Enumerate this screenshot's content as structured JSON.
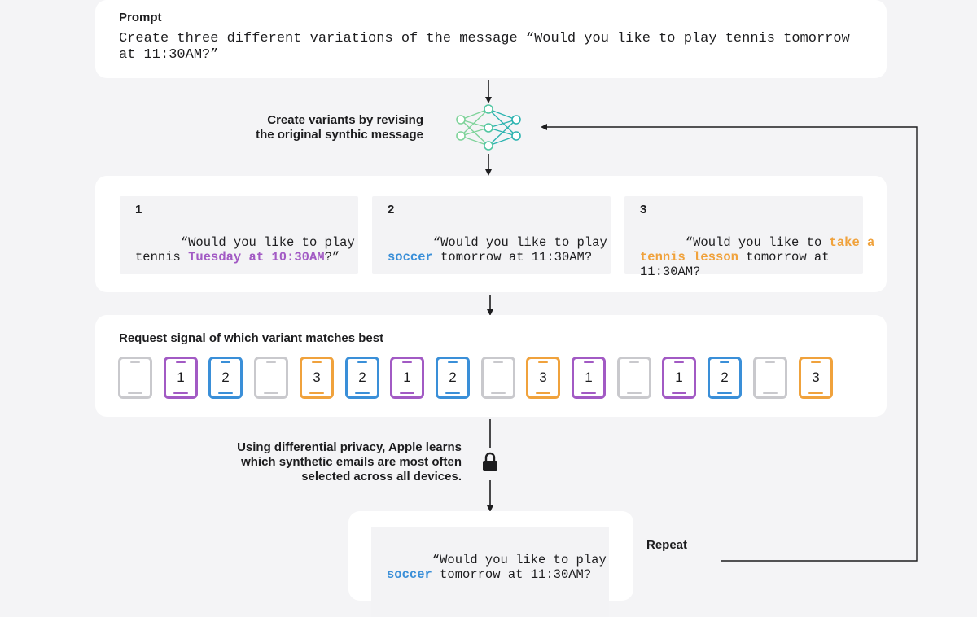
{
  "prompt": {
    "title": "Prompt",
    "text": "Create three different variations of the message “Would you like to play tennis tomorrow at 11:30AM?”"
  },
  "model_step": {
    "caption_line1": "Create variants by revising",
    "caption_line2": "the original synthic message",
    "icon": "neural-network-icon"
  },
  "variants": [
    {
      "number": "1",
      "parts": [
        {
          "text": "“Would you like to play tennis ",
          "highlight": ""
        },
        {
          "text": "Tuesday at 10:30AM",
          "highlight": "purple"
        },
        {
          "text": "?”",
          "highlight": ""
        }
      ]
    },
    {
      "number": "2",
      "parts": [
        {
          "text": "“Would you like to play ",
          "highlight": ""
        },
        {
          "text": "soccer",
          "highlight": "blue"
        },
        {
          "text": " tomorrow at 11:30AM?",
          "highlight": ""
        }
      ]
    },
    {
      "number": "3",
      "parts": [
        {
          "text": "“Would you like to ",
          "highlight": ""
        },
        {
          "text": "take a tennis lesson",
          "highlight": "orange"
        },
        {
          "text": " tomorrow at 11:30AM?",
          "highlight": ""
        }
      ]
    }
  ],
  "signal": {
    "title": "Request signal of which variant matches best",
    "devices": [
      {
        "label": "",
        "color": "gray"
      },
      {
        "label": "1",
        "color": "purple"
      },
      {
        "label": "2",
        "color": "blue"
      },
      {
        "label": "",
        "color": "gray"
      },
      {
        "label": "3",
        "color": "orange"
      },
      {
        "label": "2",
        "color": "blue"
      },
      {
        "label": "1",
        "color": "purple"
      },
      {
        "label": "2",
        "color": "blue"
      },
      {
        "label": "",
        "color": "gray"
      },
      {
        "label": "3",
        "color": "orange"
      },
      {
        "label": "1",
        "color": "purple"
      },
      {
        "label": "",
        "color": "gray"
      },
      {
        "label": "1",
        "color": "purple"
      },
      {
        "label": "2",
        "color": "blue"
      },
      {
        "label": "",
        "color": "gray"
      },
      {
        "label": "3",
        "color": "orange"
      }
    ]
  },
  "privacy": {
    "line1": "Using differential privacy, Apple learns",
    "line2": "which synthetic emails are most often",
    "line3": "selected across all devices.",
    "icon": "lock-icon"
  },
  "result": {
    "parts": [
      {
        "text": "“Would you like to play ",
        "highlight": ""
      },
      {
        "text": "soccer",
        "highlight": "blue"
      },
      {
        "text": " tomorrow at 11:30AM?",
        "highlight": ""
      }
    ]
  },
  "repeat_label": "Repeat",
  "colors": {
    "purple": "#a25ac4",
    "blue": "#3a8fd8",
    "orange": "#f0a23c",
    "gray": "#c9c9cd",
    "net_green": "#7fd39a",
    "net_teal": "#2bb3b0"
  }
}
